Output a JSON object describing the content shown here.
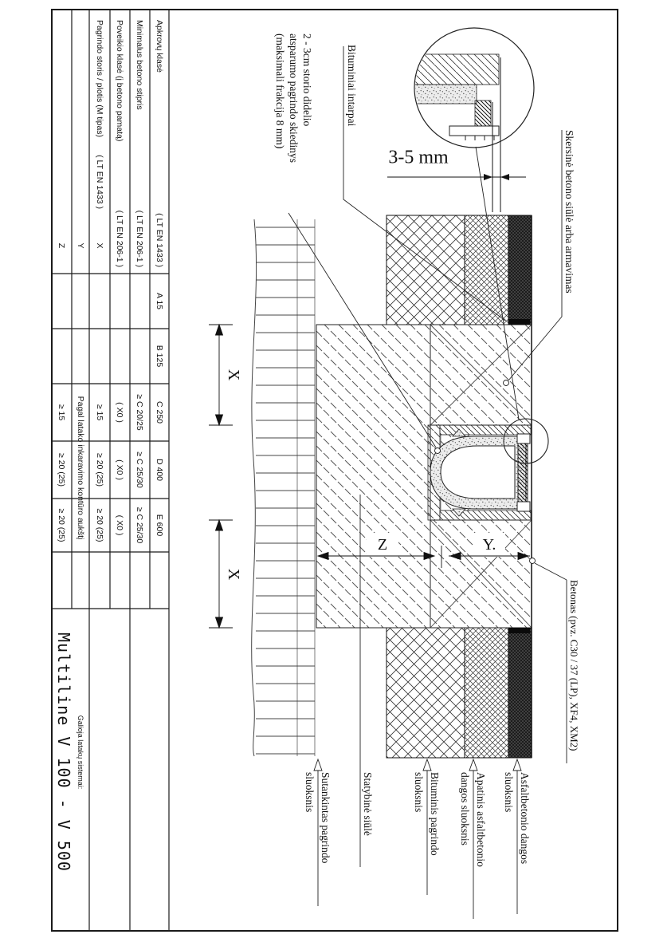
{
  "detail": {
    "gap_dim": "3-5 mm"
  },
  "callouts": {
    "skersine": "Skersinė betono siūlė arba armavimas",
    "betonas": "Betonas (pvz. C30 / 37 (LP), XF4, XM2)",
    "bituminiai": "Bituminiai intarpai",
    "skiedinys_l1": "2 - 3cm storio didelio",
    "skiedinys_l2": "atsparumo pagrindo skiedinys",
    "skiedinys_l3": "(maksimali frakcija 8 mm)",
    "asfaltbetonio_l1": "Asfaltbetonio dangos",
    "asfaltbetonio_l2": "sluoksnis",
    "apatinis_l1": "Apatinis asfaltbetonio",
    "apatinis_l2": "dangos sluoksnis",
    "bituminis_l1": "Bituminis pagrindo",
    "bituminis_l2": "sluoksnis",
    "statybine": "Statybinė siūlė",
    "sutankintas_l1": "Sutankintas pagrindo",
    "sutankintas_l2": "sluoksnis"
  },
  "dims": {
    "x_left": "X",
    "x_right": "X",
    "y": "Y.",
    "z": "Z"
  },
  "table": {
    "rows": [
      {
        "label": "Apkrovų klasė",
        "ref": "( LT EN 1433 )",
        "cells": [
          "A 15",
          "B 125",
          "C 250",
          "D 400",
          "E 600"
        ]
      },
      {
        "label": "Minimalus betono stipris",
        "ref": "( LT EN 206-1 )",
        "cells": [
          "",
          "",
          "≥ C 20/25",
          "≥ C 25/30",
          "≥ C 25/30"
        ]
      },
      {
        "label": "Poveikio klasė (į betono pamatą)",
        "ref": "( LT EN 206-1 )",
        "cells": [
          "",
          "",
          "( X0 )",
          "( X0 )",
          "( X0 )"
        ]
      },
      {
        "label": "Pagrindo storis / plotis (M tipas)",
        "ref": "( LT EN 1433 )",
        "sub": "X",
        "cells": [
          "",
          "",
          "≥ 15",
          "≥ 20 (25)",
          "≥ 20 (25)"
        ]
      },
      {
        "sub": "Y",
        "span": "Pagal latako inkaravimo kontūro aukštį"
      },
      {
        "sub": "Z",
        "cells": [
          "",
          "",
          "≥ 15",
          "≥ 20 (25)",
          "≥ 20 (25)"
        ]
      }
    ],
    "footer": {
      "note": "Galioja latakų sistemai:",
      "system": "Multiline V 100 - V 500"
    }
  }
}
